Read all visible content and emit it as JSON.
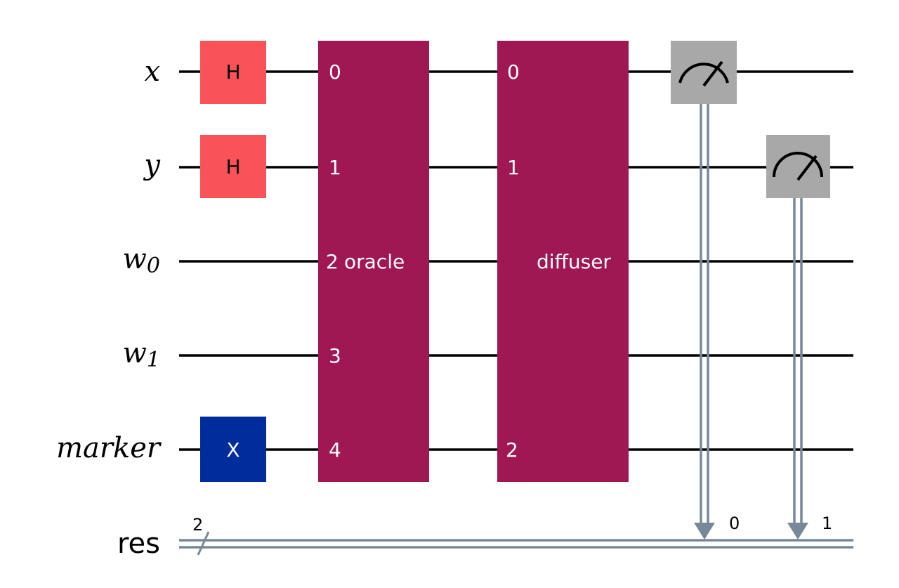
{
  "wires": {
    "x": "x",
    "y": "y",
    "w0_base": "w",
    "w0_sub": "0",
    "w1_base": "w",
    "w1_sub": "1",
    "marker": "marker",
    "res": "res",
    "res_width": "2"
  },
  "gates": {
    "h_x": "H",
    "h_y": "H",
    "x_marker": "X",
    "oracle": {
      "label": "oracle",
      "ports": [
        "0",
        "1",
        "2",
        "3",
        "4"
      ]
    },
    "diffuser": {
      "label": "diffuser",
      "ports": [
        "0",
        "1",
        "2"
      ]
    }
  },
  "measurements": {
    "bit0": "0",
    "bit1": "1"
  },
  "colors": {
    "hadamard": "#FA5259",
    "x_gate": "#002D9C",
    "subroutine": "#9F1853",
    "measure": "#A8A8A8",
    "classical_wire": "#778899"
  }
}
